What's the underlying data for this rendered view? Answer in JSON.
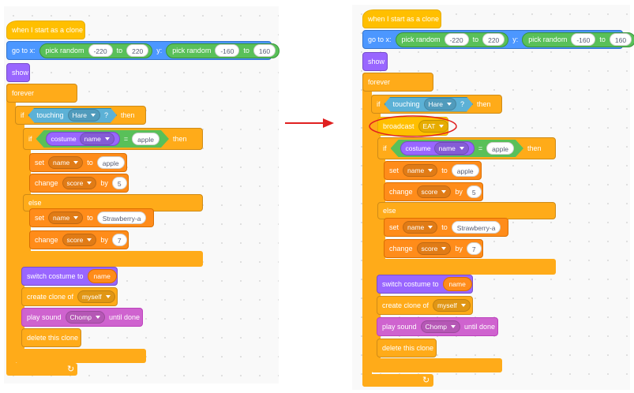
{
  "blocks": {
    "hat": "when I start as a clone",
    "goto": "go to x:",
    "pick_random": "pick random",
    "to": "to",
    "y": "y:",
    "x_min": "-220",
    "x_max": "220",
    "y_min": "-160",
    "y_max": "160",
    "show": "show",
    "forever": "forever",
    "if": "if",
    "then": "then",
    "touching": "touching",
    "hare": "Hare",
    "question": "?",
    "broadcast": "broadcast",
    "eat": "EAT",
    "costume": "costume",
    "name": "name",
    "equals": "=",
    "apple": "apple",
    "set": "set",
    "change": "change",
    "score": "score",
    "by": "by",
    "five": "5",
    "else": "else",
    "strawberry": "Strawberry-a",
    "seven": "7",
    "switch_costume": "switch costume to",
    "create_clone": "create clone of",
    "myself": "myself",
    "play_sound": "play sound",
    "chomp": "Chomp",
    "until_done": "until done",
    "delete_clone": "delete this clone"
  },
  "colors": {
    "events": "#ffbf00",
    "motion": "#4c97ff",
    "looks": "#9966ff",
    "control": "#ffab19",
    "variables": "#ff8c1a",
    "sound": "#cf63cf",
    "operators": "#59c059",
    "sensing": "#5cb1d6",
    "annotation": "#e02020"
  },
  "icons": {
    "arrow": "right-arrow-icon",
    "forever_end": "loop-arrow-icon"
  }
}
